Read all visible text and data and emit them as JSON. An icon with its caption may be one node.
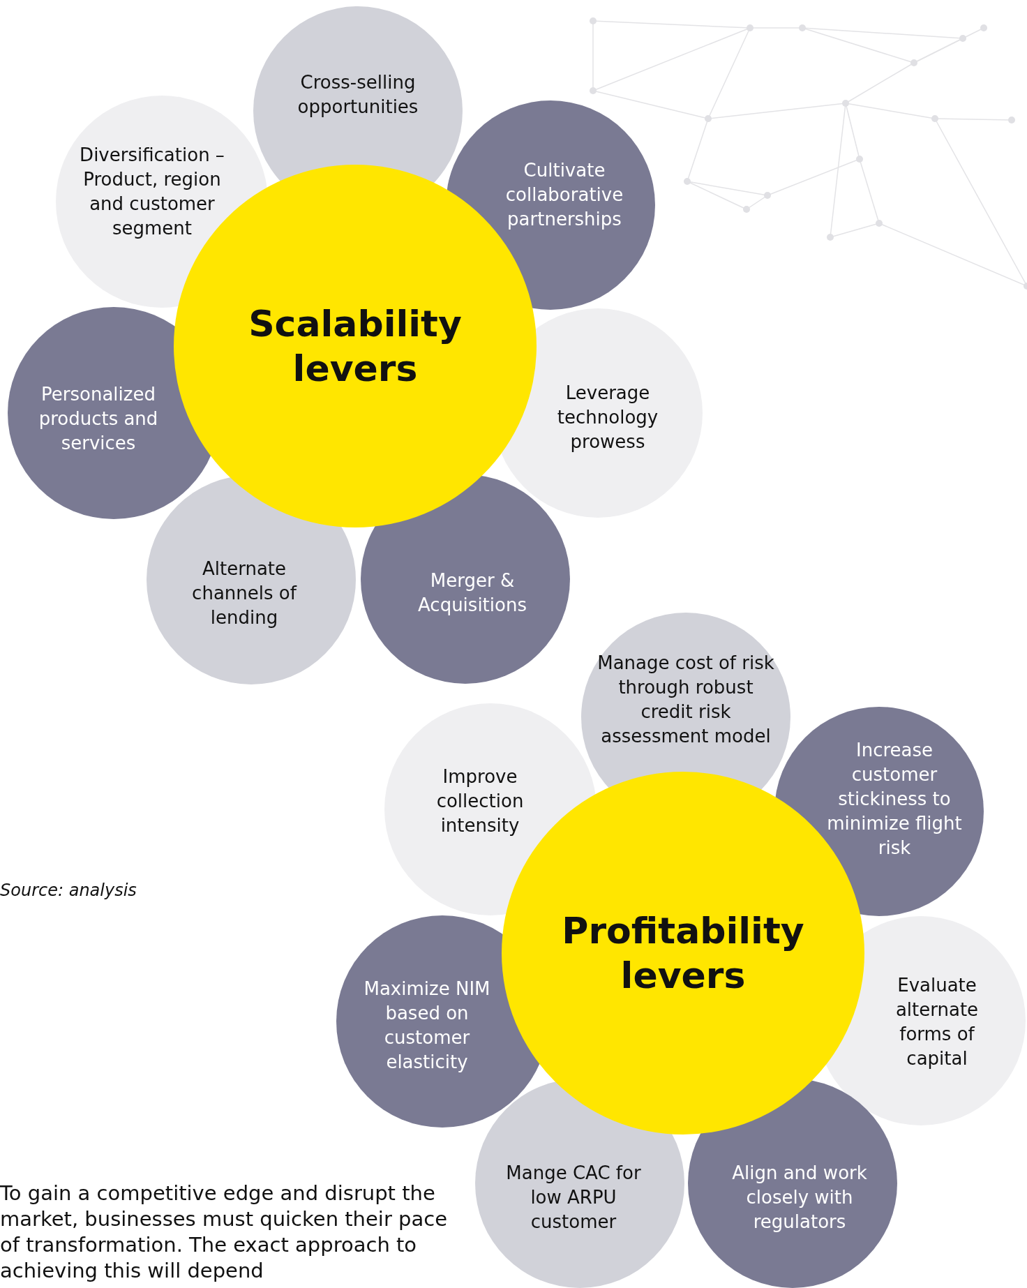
{
  "diagram": {
    "nodes": [
      {
        "text": [
          "Scalability levers"
        ]
      },
      {
        "text": [
          "Cross-selling opportunities"
        ]
      },
      {
        "text": [
          "Diversification – Product, region and customer segment"
        ]
      },
      {
        "text": [
          "Cultivate collaborative partnerships"
        ]
      },
      {
        "text": [
          "Personalized products and services"
        ]
      },
      {
        "text": [
          "Leverage technology prowess"
        ]
      },
      {
        "text": [
          "Alternate channels of lending"
        ]
      },
      {
        "text": [
          "Merger & Acquisitions"
        ]
      },
      {
        "text": [
          "Profitability levers"
        ]
      },
      {
        "text": [
          "Manage cost of risk through robust credit risk assessment model"
        ]
      },
      {
        "text": [
          "Improve collection intensity"
        ]
      },
      {
        "text": [
          "Increase customer stickiness to minimize flight risk"
        ]
      },
      {
        "text": [
          "Maximize NIM based on customer elasticity"
        ]
      },
      {
        "text": [
          "Evaluate alternate forms of capital"
        ]
      },
      {
        "text": [
          "Mange CAC for low ARPU customer"
        ]
      },
      {
        "text": [
          "Align and work closely with regulators"
        ]
      }
    ],
    "edges": [],
    "labels": [
      "Source: analysis",
      "To gain a competitive edge and disrupt the market, businesses must quicken their pace of transformation. The exact approach to achieving this will depend"
    ]
  }
}
